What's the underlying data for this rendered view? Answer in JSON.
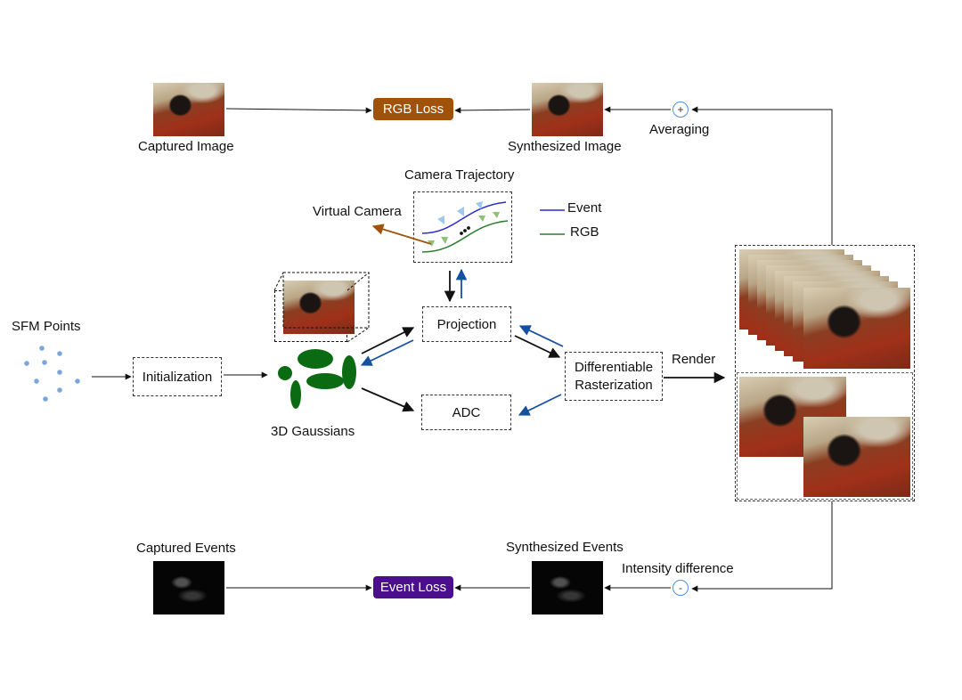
{
  "labels": {
    "captured_image": "Captured Image",
    "rgb_loss": "RGB Loss",
    "synthesized_image": "Synthesized Image",
    "averaging": "Averaging",
    "camera_trajectory": "Camera Trajectory",
    "virtual_camera": "Virtual Camera",
    "legend_event": "Event",
    "legend_rgb": "RGB",
    "sfm_points": "SFM Points",
    "initialization": "Initialization",
    "gaussians": "3D Gaussians",
    "projection": "Projection",
    "adc": "ADC",
    "differentiable_rasterization": "Differentiable Rasterization",
    "render": "Render",
    "captured_events": "Captured Events",
    "event_loss": "Event Loss",
    "synthesized_events": "Synthesized Events",
    "intensity_difference": "Intensity difference",
    "plus": "+",
    "minus": "-"
  },
  "colors": {
    "rgb_loss": "#a0520b",
    "event_loss": "#4b0e8c",
    "event_line": "#2c2ccf",
    "rgb_line": "#2e7d2e",
    "gaussian": "#0b6b12",
    "backward_arrow": "#1450a0",
    "virtual_camera_arrow": "#a0520b",
    "sfm_point": "#7aa6dc"
  },
  "icons": [
    "plus-circle-icon",
    "minus-circle-icon",
    "camera-trajectory-icon",
    "gaussian-ellipsoids-icon",
    "sfm-point-cloud-icon"
  ]
}
